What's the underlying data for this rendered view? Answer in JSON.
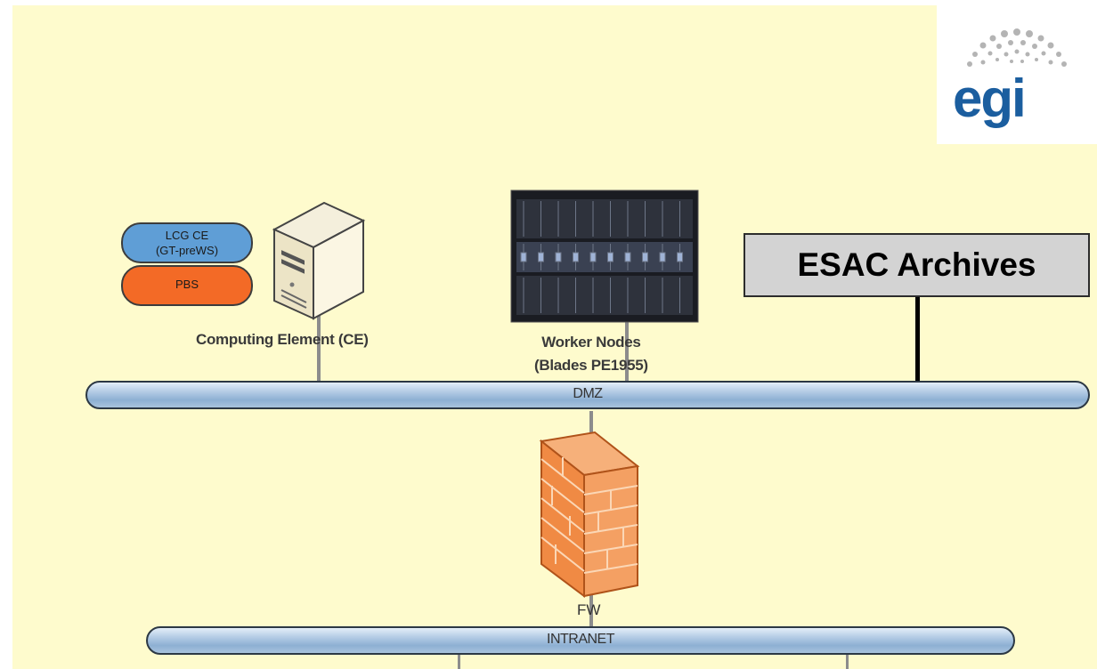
{
  "ce": {
    "lcg_line1": "LCG CE",
    "lcg_line2": "(GT-preWS)",
    "pbs": "PBS",
    "label": "Computing Element (CE)"
  },
  "worker_nodes": {
    "line1": "Worker Nodes",
    "line2": "(Blades PE1955)"
  },
  "esac": {
    "label": "ESAC Archives"
  },
  "dmz": {
    "label": "DMZ"
  },
  "firewall": {
    "label": "FW"
  },
  "intranet": {
    "label": "INTRANET"
  },
  "logo": {
    "text": "egi",
    "color": "#1b5e9f"
  },
  "colors": {
    "background": "#fefbcd",
    "bus_fill": "#a9c3dd",
    "lcg_fill": "#5f9ed6",
    "pbs_fill": "#f36a26",
    "firewall_brick": "#f08a44",
    "esac_box": "#d3d3d3"
  }
}
